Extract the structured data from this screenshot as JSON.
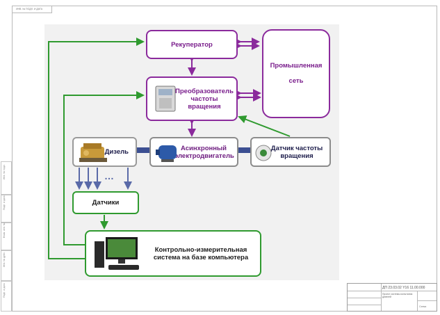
{
  "frame": {
    "top_stamp": "ИНВ. № ПОДЛ. И ДАТА",
    "left_strip": [
      "Инв. № подл.",
      "Подп. и дата",
      "Взам. инв. №",
      "Инв. № дубл.",
      "Подп. и дата"
    ]
  },
  "diagram": {
    "recuperator": "Рекуператор",
    "grid": "Промышленная сеть",
    "converter": "Преобразователь частоты вращения",
    "diesel": "Дизель",
    "motor": "Асинхронный электродвигатель",
    "speed_sensor": "Датчик частоты вращения",
    "sensors": "Датчики",
    "ellipsis": "…",
    "pc_system": "Контрольно-измерительная система на базе компьютера",
    "colors": {
      "power": "#8b2a9c",
      "signal": "#2f9a2f",
      "shaft": "#3c4f92"
    }
  },
  "title_block": {
    "code": "ДП 23.03.02 Y16 11.00.000",
    "name": "Проект системы испытания дизелей",
    "doc_type": "Схема"
  }
}
